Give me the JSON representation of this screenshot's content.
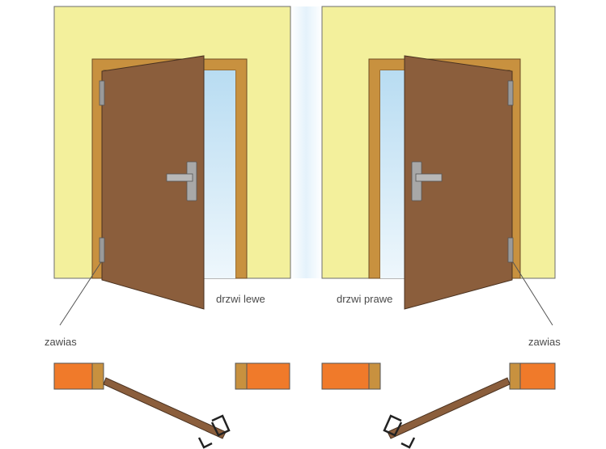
{
  "labels": {
    "left_door": "drzwi lewe",
    "right_door": "drzwi prawe",
    "hinge_left": "zawias",
    "hinge_right": "zawias"
  },
  "colors": {
    "wall": "#f3f09c",
    "frame": "#c8913f",
    "door": "#8b5e3c",
    "glass": "#c5e4f5",
    "handle": "#a8a8a8",
    "hinge": "#9a9a9a",
    "wall_section": "#f07a2a",
    "outline": "#555555"
  },
  "icons": {
    "handle": "door-handle-icon",
    "hinge": "hinge-icon"
  }
}
